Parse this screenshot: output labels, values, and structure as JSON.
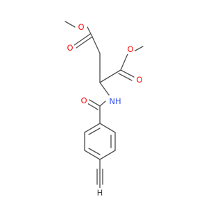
{
  "molecule": {
    "atom_labels": {
      "ester_top_carbonyl_oxygen": "O",
      "ester_top_ether_oxygen": "O",
      "ester_right_carbonyl_oxygen": "O",
      "ester_right_ether_oxygen": "O",
      "amide_oxygen": "O",
      "amide_nitrogen": "NH",
      "alkyne_terminal_hydrogen": "H"
    }
  },
  "colors": {
    "bond": "#505050",
    "oxygen": "#ff0d0d",
    "nitrogen": "#3050f8",
    "hydrogen": "#404040",
    "background": "#ffffff"
  }
}
